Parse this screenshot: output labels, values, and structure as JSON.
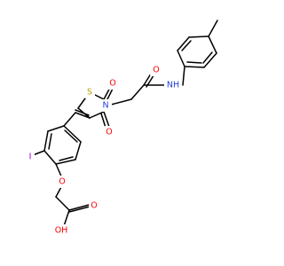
{
  "molecule": {
    "atoms": {
      "s1": {
        "text": "S",
        "color": "#b8a000"
      },
      "n1": {
        "text": "N",
        "color": "#2a40d8"
      },
      "o1": {
        "text": "O",
        "color": "#ff0000"
      },
      "o2": {
        "text": "O",
        "color": "#ff0000"
      },
      "o3": {
        "text": "O",
        "color": "#ff0000"
      },
      "nh": {
        "text": "NH",
        "color": "#2a40d8"
      },
      "i1": {
        "text": "I",
        "color": "#9400d3"
      },
      "o4": {
        "text": "O",
        "color": "#ff0000"
      },
      "o5": {
        "text": "O",
        "color": "#ff0000"
      },
      "oh": {
        "text": "OH",
        "color": "#ff0000"
      }
    }
  }
}
